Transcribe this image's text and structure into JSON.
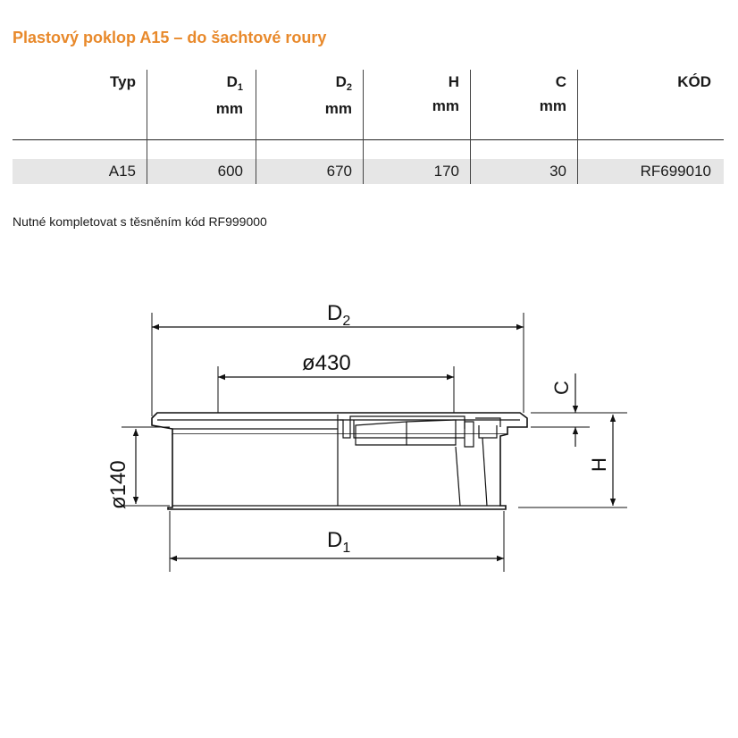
{
  "title": "Plastový poklop A15 – do šachtové roury",
  "table": {
    "headers": [
      {
        "main": "Typ",
        "sub": "",
        "unit": ""
      },
      {
        "main": "D",
        "sub": "1",
        "unit": "mm"
      },
      {
        "main": "D",
        "sub": "2",
        "unit": "mm"
      },
      {
        "main": "H",
        "sub": "",
        "unit": "mm"
      },
      {
        "main": "C",
        "sub": "",
        "unit": "mm"
      },
      {
        "main": "KÓD",
        "sub": "",
        "unit": ""
      }
    ],
    "rows": [
      [
        "A15",
        "600",
        "670",
        "170",
        "30",
        "RF699010"
      ]
    ]
  },
  "note": "Nutné kompletovat s těsněním kód RF999000",
  "drawing": {
    "labels": {
      "d2_main": "D",
      "d2_sub": "2",
      "d1_main": "D",
      "d1_sub": "1",
      "top_dia": "ø430",
      "side_dia": "ø140",
      "c": "C",
      "h": "H"
    }
  }
}
